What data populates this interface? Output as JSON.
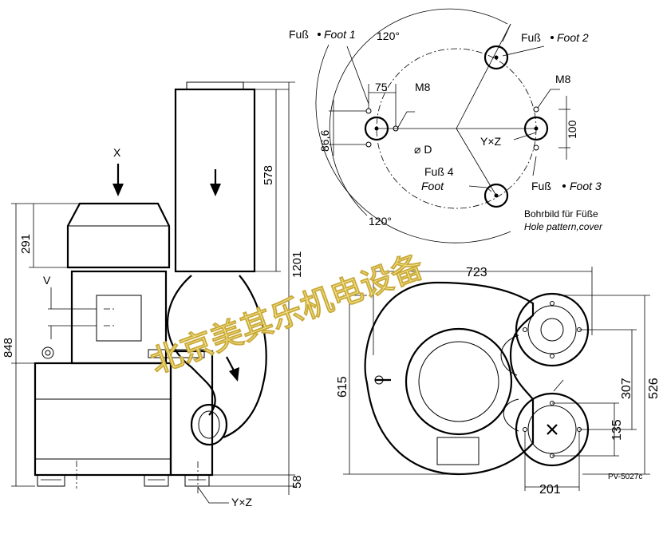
{
  "labels": {
    "x_arrow": "X",
    "v_label": "V",
    "foot1_a": "Fuß",
    "foot1_b": "Foot 1",
    "foot2_a": "Fuß",
    "foot2_b": "Foot 2",
    "foot3_a": "Fuß",
    "foot3_b": "Foot 3",
    "foot4_a": "Fuß 4",
    "foot4_b": "Foot",
    "angle_top": "120°",
    "angle_bottom": "120°",
    "m8_left": "M8",
    "m8_right": "M8",
    "diameter": "⌀ D",
    "yz_top": "Y×Z",
    "yz_side": "Y×Z",
    "hole_pattern_de": "Bohrbild für Füße",
    "hole_pattern_en": "Hole pattern,cover",
    "drawing_code": "PV-5027c"
  },
  "dimensions": {
    "d75": "75",
    "d866": "86,6",
    "d100": "100",
    "d578": "578",
    "d1201": "1201",
    "d291": "291",
    "d848": "848",
    "d58": "58",
    "d723": "723",
    "d615": "615",
    "d307": "307",
    "d526": "526",
    "d135": "135",
    "d201": "201"
  },
  "watermark": "北京美其乐机电设备"
}
